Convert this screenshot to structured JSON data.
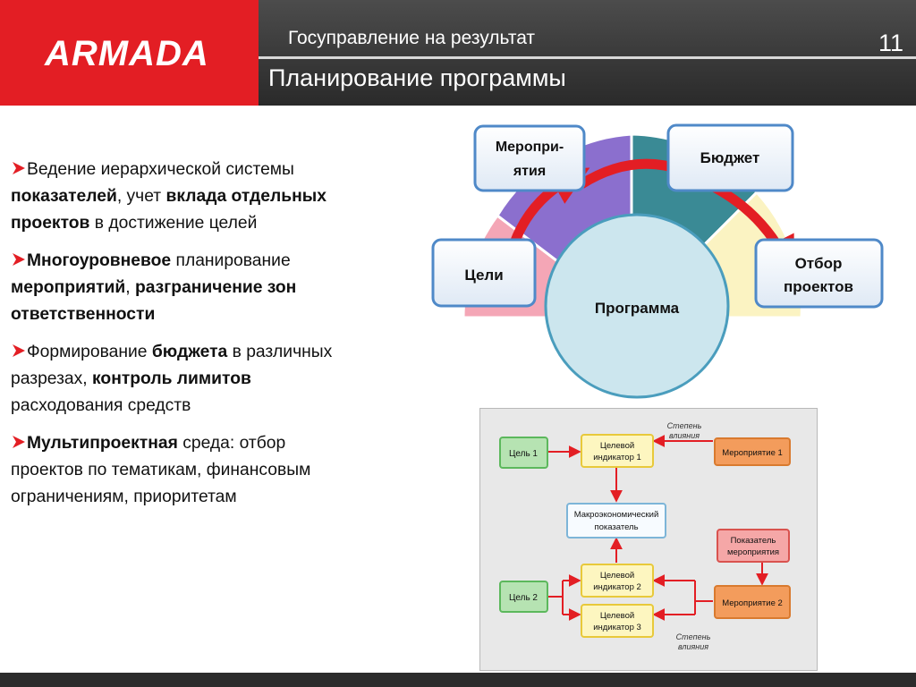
{
  "header": {
    "logo": "ARMADA",
    "subtitle": "Госуправление на результат",
    "page_number": "11",
    "title": "Планирование программы"
  },
  "colors": {
    "accent": "#e31e24",
    "header_dark": "#3a3a3a",
    "box_border": "#6a9dd4",
    "circle_fill": "#cce6ee",
    "arrow_red": "#e31e24"
  },
  "bullets": [
    {
      "runs": [
        {
          "t": "Ведение иерархической системы ",
          "b": false
        },
        {
          "t": "показателей",
          "b": true
        },
        {
          "t": ", учет ",
          "b": false
        },
        {
          "t": "вклада отдельных проектов",
          "b": true
        },
        {
          "t": " в достижение целей",
          "b": false
        }
      ]
    },
    {
      "runs": [
        {
          "t": "Многоуровневое",
          "b": true
        },
        {
          "t": " планирование ",
          "b": false
        },
        {
          "t": "мероприятий",
          "b": true
        },
        {
          "t": ", ",
          "b": false
        },
        {
          "t": "разграничение зон ответственности",
          "b": true
        }
      ]
    },
    {
      "runs": [
        {
          "t": "Формирование ",
          "b": false
        },
        {
          "t": "бюджета",
          "b": true
        },
        {
          "t": " в различных разрезах, ",
          "b": false
        },
        {
          "t": "контроль лимитов",
          "b": true
        },
        {
          "t": " расходования средств",
          "b": false
        }
      ]
    },
    {
      "runs": [
        {
          "t": "Мультипроектная",
          "b": true
        },
        {
          "t": " среда: отбор проектов по тематикам, финансовым ограничениям, приоритетам",
          "b": false
        }
      ]
    }
  ],
  "diagram": {
    "center": "Программа",
    "goals": "Цели",
    "activities_line1": "Меропри-",
    "activities_line2": "ятия",
    "budget": "Бюджет",
    "selection_line1": "Отбор",
    "selection_line2": "проектов"
  },
  "flowchart": {
    "goal1": "Цель 1",
    "goal2": "Цель 2",
    "indicator1": [
      "Целевой",
      "индикатор 1"
    ],
    "indicator2": [
      "Целевой",
      "индикатор 2"
    ],
    "indicator3": [
      "Целевой",
      "индикатор 3"
    ],
    "macro": [
      "Макроэкономический",
      "показатель"
    ],
    "activity1": "Мероприятие 1",
    "activity2": "Мероприятие 2",
    "activity_indicator": [
      "Показатель",
      "мероприятия"
    ],
    "influence_top": [
      "Степень",
      "влияния"
    ],
    "influence_bottom": [
      "Степень",
      "влияния"
    ]
  }
}
